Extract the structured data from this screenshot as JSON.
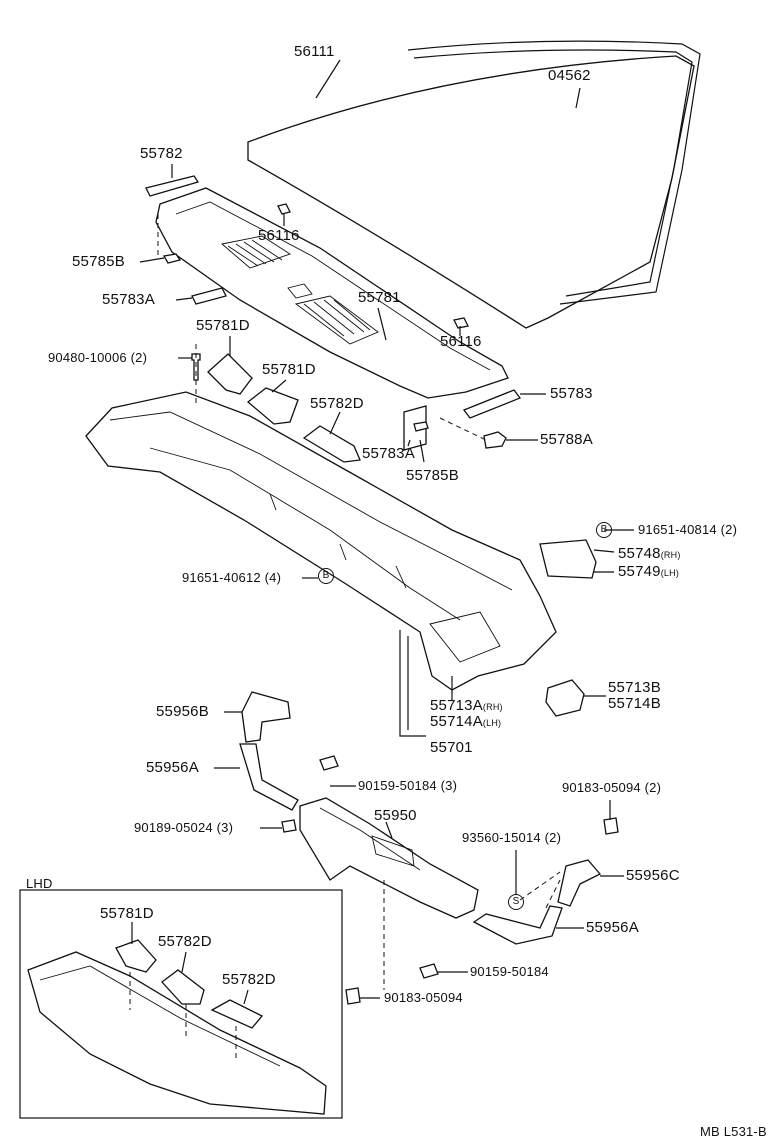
{
  "labels": {
    "p56111": "56111",
    "p04562": "04562",
    "p55782": "55782",
    "p56116_a": "56116",
    "p56116_b": "56116",
    "p55785B_a": "55785B",
    "p55783A_a": "55783A",
    "p55781": "55781",
    "p55781D_a": "55781D",
    "p55781D_b": "55781D",
    "p90480": "90480-10006 (2)",
    "p55782D": "55782D",
    "p55783": "55783",
    "p55783A_b": "55783A",
    "p55788A": "55788A",
    "p55785B_b": "55785B",
    "p91651_40814": "91651-40814 (2)",
    "p55748": "55748",
    "p55748_side": "(RH)",
    "p55749": "55749",
    "p55749_side": "(LH)",
    "p91651_40612": "91651-40612 (4)",
    "p55713B": "55713B",
    "p55714B": "55714B",
    "p55713A": "55713A",
    "p55713A_side": "(RH)",
    "p55714A": "55714A",
    "p55714A_side": "(LH)",
    "p55701": "55701",
    "p55956B": "55956B",
    "p55956A_a": "55956A",
    "p90159_50184_3": "90159-50184 (3)",
    "p90183_05094_2": "90183-05094 (2)",
    "p90189_05024": "90189-05024 (3)",
    "p55950": "55950",
    "p93560": "93560-15014 (2)",
    "p55956C": "55956C",
    "p55956A_b": "55956A",
    "p90159_50184": "90159-50184",
    "p90183_05094": "90183-05094",
    "lhd": "LHD",
    "lhd_55781D": "55781D",
    "lhd_55782D_a": "55782D",
    "lhd_55782D_b": "55782D",
    "code": "MB L531-B"
  },
  "markers": {
    "b_a": "B",
    "b_b": "B",
    "s": "S"
  }
}
